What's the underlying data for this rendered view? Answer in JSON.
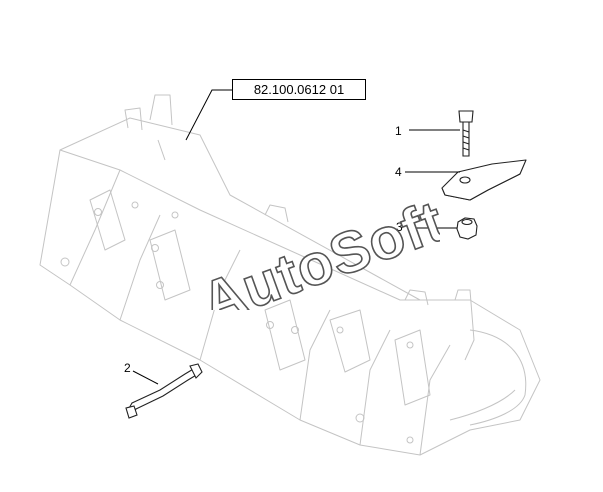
{
  "reference": "82.100.0612 01",
  "callouts": [
    {
      "id": "1",
      "label": "1"
    },
    {
      "id": "2",
      "label": "2"
    },
    {
      "id": "3",
      "label": "3"
    },
    {
      "id": "4",
      "label": "4"
    }
  ],
  "watermark": "AutoSoft",
  "colors": {
    "outline": "#c8c8c8",
    "part_line": "#222222",
    "watermark_fill": "#ffffff",
    "watermark_stroke": "#555555"
  }
}
